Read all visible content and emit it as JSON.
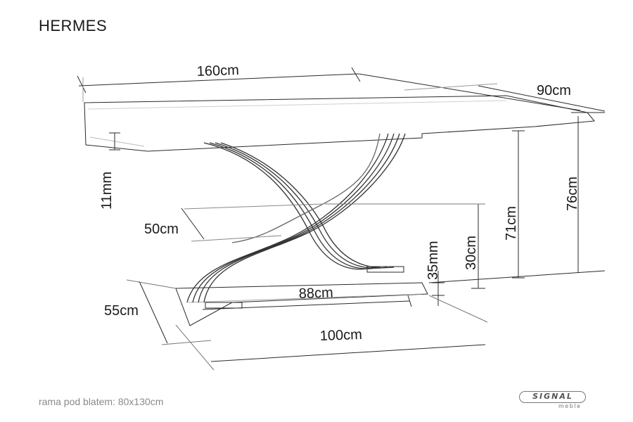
{
  "product": {
    "name": "HERMES"
  },
  "dimensions": {
    "top_length": "160cm",
    "top_depth": "90cm",
    "top_thickness": "11mm",
    "total_height": "76cm",
    "frame_height": "71cm",
    "leg_height": "30cm",
    "base_thickness": "35mm",
    "base_inner_length": "88cm",
    "base_length": "100cm",
    "base_depth": "55cm",
    "leg_depth": "50cm"
  },
  "footnote": "rama pod blatem: 80x130cm",
  "brand": {
    "name": "SIGNAL",
    "sub": "meble"
  }
}
